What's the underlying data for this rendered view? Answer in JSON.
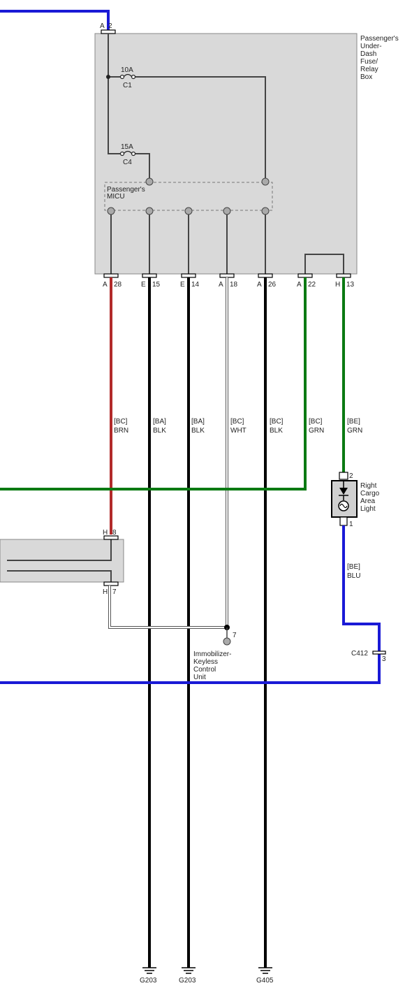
{
  "box": {
    "title_lines": [
      "Passenger's",
      "Under-",
      "Dash",
      "Fuse/",
      "Relay",
      "Box"
    ],
    "micu_lines": [
      "Passenger's",
      "MICU"
    ],
    "fuses": [
      {
        "amps": "10A",
        "id": "C1"
      },
      {
        "amps": "15A",
        "id": "C4"
      }
    ],
    "top_connector": {
      "letter": "A",
      "pin": "2"
    },
    "bottom_connectors": [
      {
        "letter": "A",
        "pin": "28"
      },
      {
        "letter": "E",
        "pin": "15"
      },
      {
        "letter": "E",
        "pin": "14"
      },
      {
        "letter": "A",
        "pin": "18"
      },
      {
        "letter": "A",
        "pin": "26"
      },
      {
        "letter": "A",
        "pin": "22"
      },
      {
        "letter": "H",
        "pin": "13"
      }
    ]
  },
  "wires": [
    {
      "code": "[BC]",
      "color_name": "BRN",
      "color": "#b22a2a"
    },
    {
      "code": "[BA]",
      "color_name": "BLK",
      "color": "#000000"
    },
    {
      "code": "[BA]",
      "color_name": "BLK",
      "color": "#000000"
    },
    {
      "code": "[BC]",
      "color_name": "WHT",
      "color": "#ffffff"
    },
    {
      "code": "[BC]",
      "color_name": "BLK",
      "color": "#000000"
    },
    {
      "code": "[BC]",
      "color_name": "GRN",
      "color": "#0a7a12"
    },
    {
      "code": "[BE]",
      "color_name": "GRN",
      "color": "#0a7a12"
    }
  ],
  "light": {
    "lines": [
      "Right",
      "Cargo",
      "Area",
      "Light"
    ],
    "pin_top": "2",
    "pin_bottom": "1",
    "out_wire_code": "[BE]",
    "out_wire_color_name": "BLU",
    "out_wire_color": "#1a1ad6"
  },
  "module_connectors": {
    "top": {
      "letter": "H",
      "pin": "8"
    },
    "bottom": {
      "letter": "H",
      "pin": "7"
    }
  },
  "immobilizer": {
    "pin": "7",
    "lines": [
      "Immobilizer-",
      "Keyless",
      "Control",
      "Unit"
    ]
  },
  "c412": {
    "label": "C412",
    "pin": "3"
  },
  "grounds": [
    "G203",
    "G203",
    "G405"
  ],
  "colors": {
    "blue": "#1a1ad6",
    "green": "#0a7a12",
    "brown": "#b22a2a",
    "black": "#000000",
    "box_fill": "#d9d9d9",
    "internal_wire": "#444444"
  }
}
